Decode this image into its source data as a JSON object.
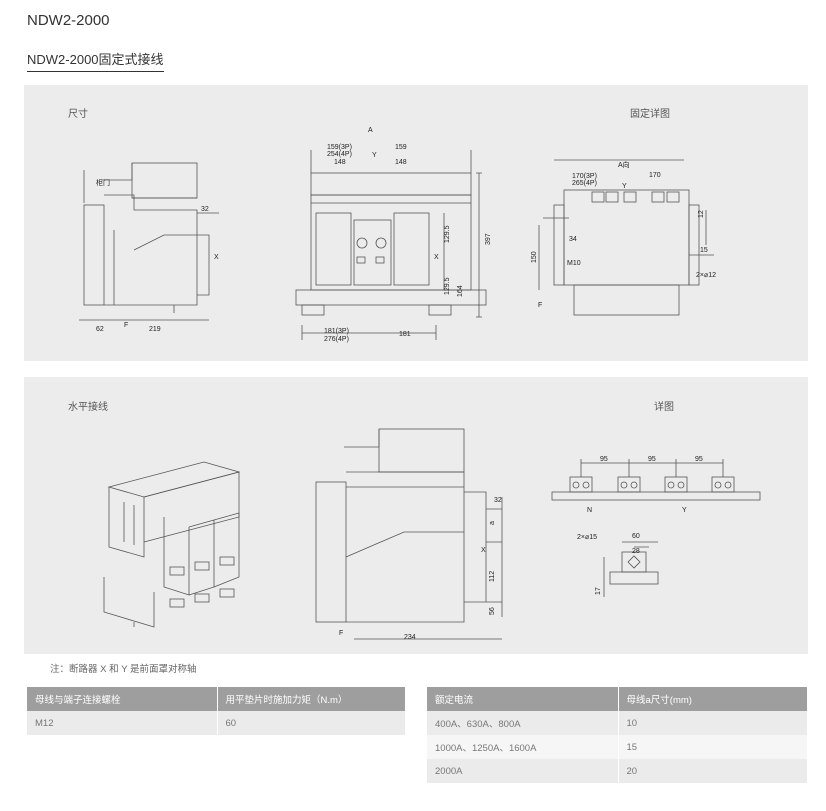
{
  "page": {
    "title": "NDW2-2000",
    "subtitle": "NDW2-2000固定式接线"
  },
  "panel1": {
    "label_left": "尺寸",
    "label_right": "固定详图",
    "dims": {
      "door_label": "柜门",
      "d62": "62",
      "d219": "219",
      "d32": "32",
      "x": "X",
      "f": "F",
      "a": "A",
      "y": "Y",
      "d159_3p": "159(3P)",
      "d254_4p": "254(4P)",
      "d159": "159",
      "d148a": "148",
      "d148b": "148",
      "d129_5a": "129.5",
      "d129_5b": "129.5",
      "d397": "397",
      "d164": "164",
      "d181_3p": "181(3P)",
      "d276_4p": "276(4P)",
      "d181": "181",
      "d170_3p": "170(3P)",
      "d265_4p": "265(4P)",
      "d170": "170",
      "ay": "A向",
      "d34": "34",
      "d150": "150",
      "d15": "15",
      "d12": "12",
      "m10": "M10",
      "hole": "2×⌀12"
    }
  },
  "panel2": {
    "label_left": "水平接线",
    "label_right": "详图",
    "dims": {
      "d32": "32",
      "a": "a",
      "x": "X",
      "d112": "112",
      "d56": "56",
      "d234": "234",
      "f": "F",
      "d95a": "95",
      "d95b": "95",
      "d95c": "95",
      "n": "N",
      "y": "Y",
      "hole": "2×⌀15",
      "d60": "60",
      "d28": "28",
      "d17": "17"
    }
  },
  "note": "注：断路器 X 和 Y 是前面罩对称轴",
  "table_torque": {
    "headers": [
      "母线与端子连接螺栓",
      "用平垫片时施加力矩（N.m）"
    ],
    "rows": [
      [
        "M12",
        "60"
      ]
    ]
  },
  "table_busbar": {
    "headers": [
      "额定电流",
      "母线a尺寸(mm)"
    ],
    "rows": [
      [
        "400A、630A、800A",
        "10"
      ],
      [
        "1000A、1250A、1600A",
        "15"
      ],
      [
        "2000A",
        "20"
      ]
    ]
  }
}
